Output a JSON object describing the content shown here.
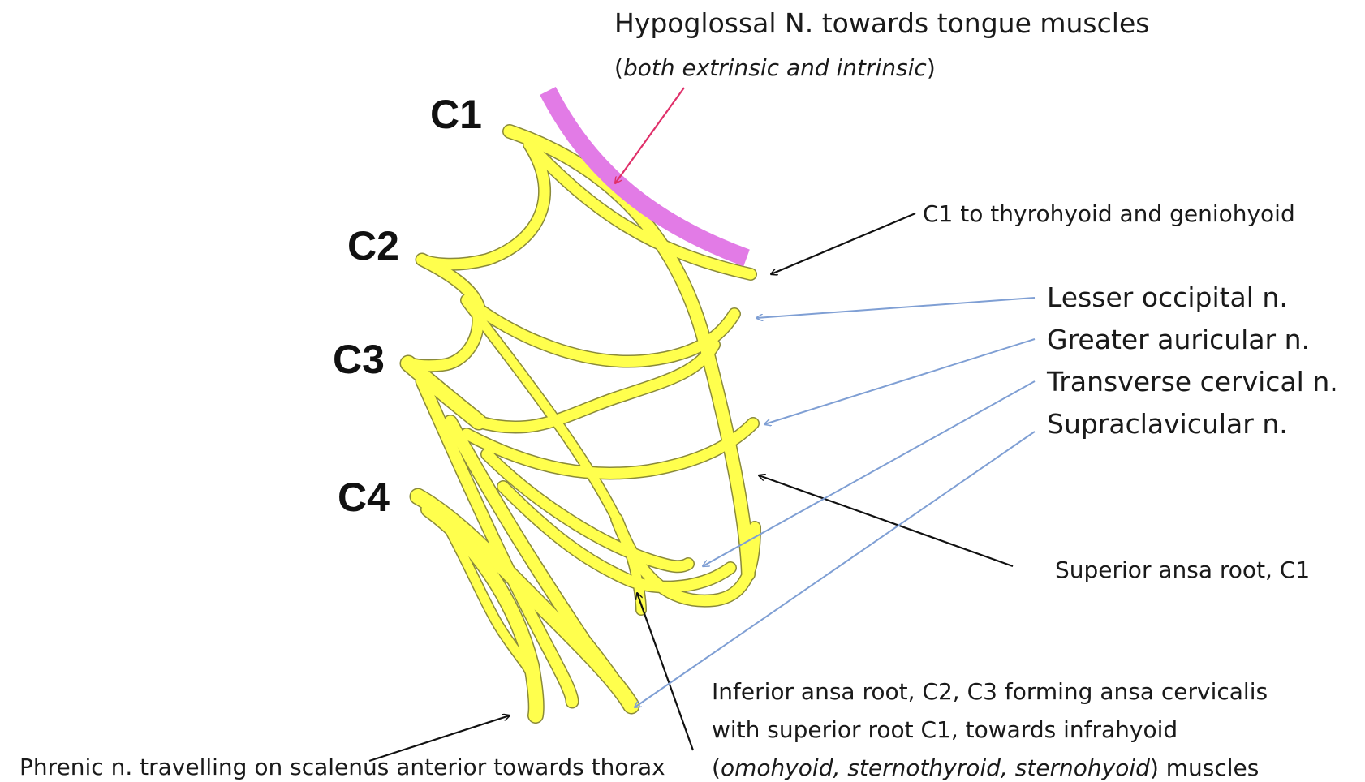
{
  "colors": {
    "nerve": "#ffff4d",
    "hypoglossal": "#e27be6",
    "arrow_blue": "#7f9fd4",
    "arrow_black": "#111111",
    "arrow_pink": "#e0306a"
  },
  "roots": {
    "c1": "C1",
    "c2": "C2",
    "c3": "C3",
    "c4": "C4"
  },
  "labels": {
    "hypoglossal_line1": "Hypoglossal N. towards tongue muscles",
    "hypoglossal_line2_open": "(",
    "hypoglossal_line2_italic": "both extrinsic and intrinsic",
    "hypoglossal_line2_close": ")",
    "c1_branch": "C1 to thyrohyoid and geniohyoid",
    "lesser_occipital": "Lesser occipital n.",
    "greater_auricular": "Greater auricular n.",
    "transverse_cervical": "Transverse cervical n.",
    "supraclavicular": "Supraclavicular n.",
    "superior_ansa": "Superior ansa root, C1",
    "inferior_ansa_line1": "Inferior ansa root, C2, C3 forming ansa cervicalis",
    "inferior_ansa_line2": "with superior root C1, towards infrahyoid",
    "inferior_ansa_line3_open": "(",
    "inferior_ansa_line3_italic": "omohyoid, sternothyroid, sternohyoid",
    "inferior_ansa_line3_close": ") muscles",
    "phrenic": "Phrenic n. travelling on scalenus anterior towards thorax"
  }
}
